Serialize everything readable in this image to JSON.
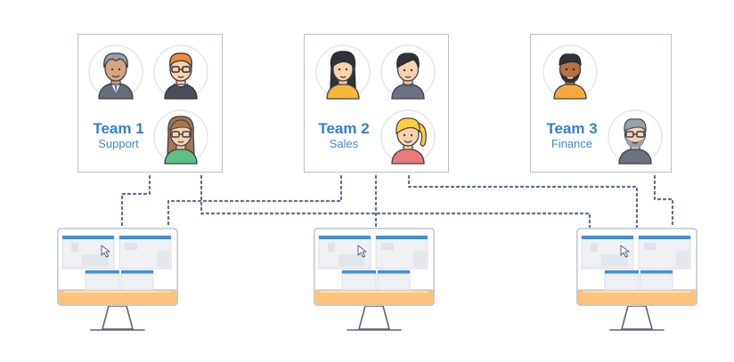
{
  "teams": [
    {
      "name": "Team 1",
      "role": "Support"
    },
    {
      "name": "Team 2",
      "role": "Sales"
    },
    {
      "name": "Team 3",
      "role": "Finance"
    }
  ],
  "colors": {
    "accent_blue": "#2f7fd2",
    "card_border": "#b9bfcf",
    "connector": "#5d6f8e",
    "monitor_orange": "#fbc37b",
    "window_blue": "#3d90e0",
    "outline": "#5a6376"
  }
}
